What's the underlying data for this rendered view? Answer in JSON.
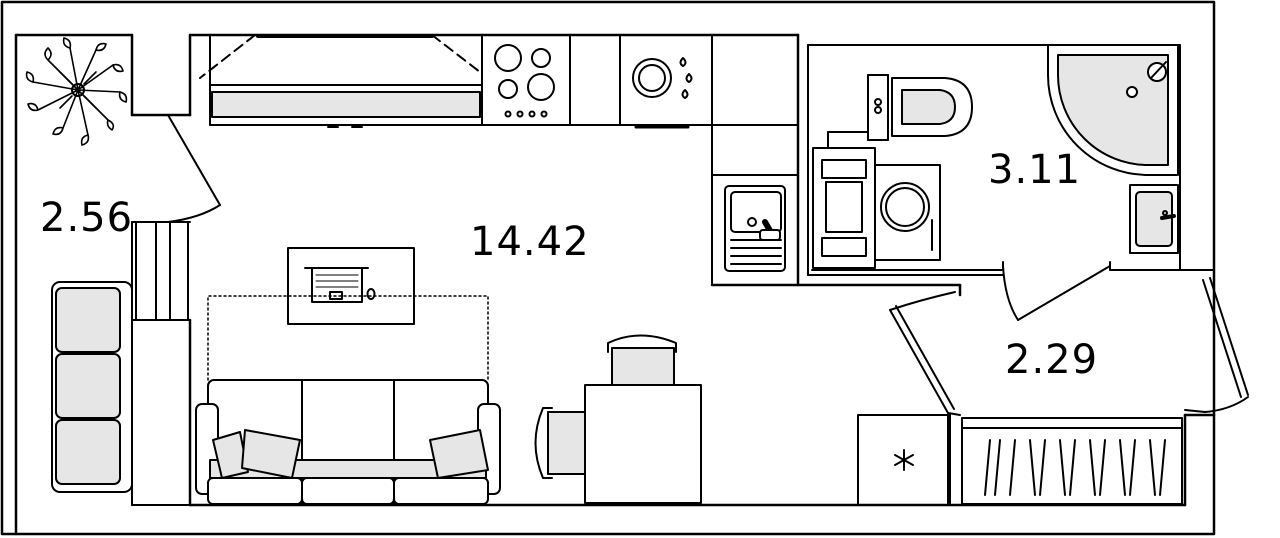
{
  "rooms": {
    "balcony": {
      "area": "2.56"
    },
    "main_room": {
      "area": "14.42"
    },
    "bathroom": {
      "area": "3.11"
    },
    "hallway": {
      "area": "2.29"
    }
  },
  "colors": {
    "wall": "#000000",
    "furniture_fill": "#e6e6e6",
    "background": "#ffffff"
  },
  "icons": [
    "plant-icon",
    "laptop-icon",
    "stove-icon",
    "dishes-icon",
    "sink-icon",
    "toilet-icon",
    "shower-icon",
    "washing-machine-icon",
    "snowflake-icon"
  ]
}
